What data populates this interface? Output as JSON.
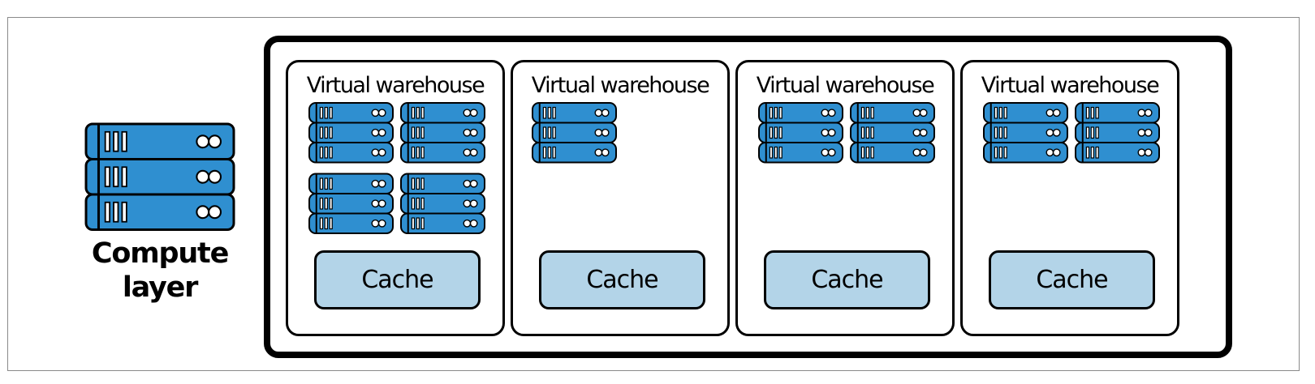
{
  "compute": {
    "label": "Compute layer",
    "icon": "server-rack-icon"
  },
  "colors": {
    "server_blue": "#2f8fd0",
    "cache_fill": "#b3d4e8",
    "outline": "#000000"
  },
  "warehouses": [
    {
      "title": "Virtual warehouse",
      "clusters": 4,
      "cache_label": "Cache"
    },
    {
      "title": "Virtual warehouse",
      "clusters": 1,
      "cache_label": "Cache"
    },
    {
      "title": "Virtual warehouse",
      "clusters": 2,
      "cache_label": "Cache"
    },
    {
      "title": "Virtual warehouse",
      "clusters": 2,
      "cache_label": "Cache"
    }
  ]
}
